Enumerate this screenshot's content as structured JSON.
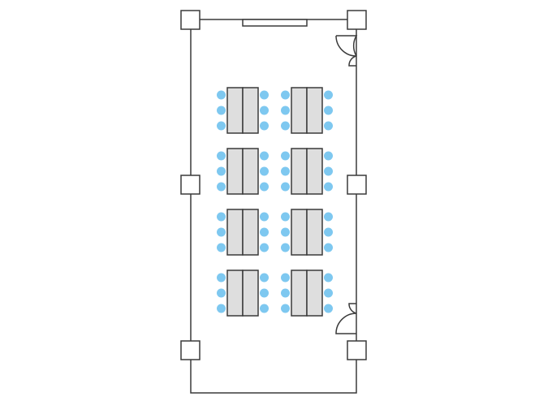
{
  "colors": {
    "wall": "#3a3a3a",
    "table_fill": "#dedede",
    "chair": "#7ec8f0",
    "background": "#ffffff"
  },
  "layout": {
    "table_rows": 4,
    "table_columns": 2,
    "chairs_per_side": 3
  }
}
